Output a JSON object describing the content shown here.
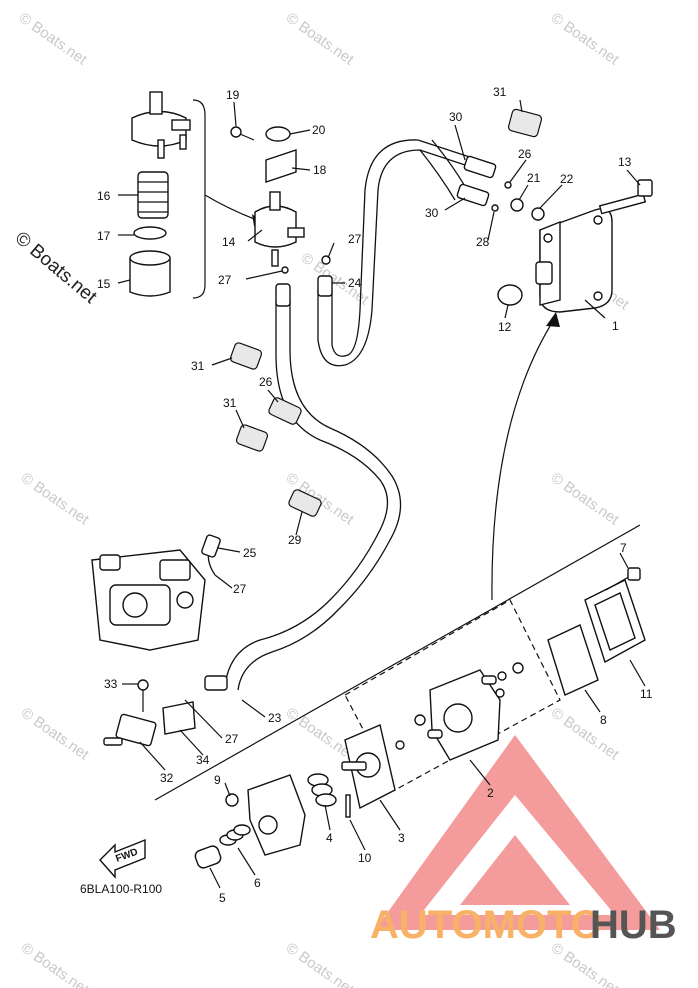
{
  "diagram": {
    "code": "6BLA100-R100",
    "fwd_label": "FWD",
    "side_watermark": "© Boats.net",
    "watermark_text": "© Boats.net",
    "callouts": [
      {
        "id": "c1",
        "label": "1"
      },
      {
        "id": "c2",
        "label": "2"
      },
      {
        "id": "c3",
        "label": "3"
      },
      {
        "id": "c4",
        "label": "4"
      },
      {
        "id": "c5",
        "label": "5"
      },
      {
        "id": "c6",
        "label": "6"
      },
      {
        "id": "c7",
        "label": "7"
      },
      {
        "id": "c8",
        "label": "8"
      },
      {
        "id": "c9",
        "label": "9"
      },
      {
        "id": "c10",
        "label": "10"
      },
      {
        "id": "c11",
        "label": "11"
      },
      {
        "id": "c12",
        "label": "12"
      },
      {
        "id": "c13",
        "label": "13"
      },
      {
        "id": "c14",
        "label": "14"
      },
      {
        "id": "c15",
        "label": "15"
      },
      {
        "id": "c16",
        "label": "16"
      },
      {
        "id": "c17",
        "label": "17"
      },
      {
        "id": "c18",
        "label": "18"
      },
      {
        "id": "c19",
        "label": "19"
      },
      {
        "id": "c20",
        "label": "20"
      },
      {
        "id": "c21",
        "label": "21"
      },
      {
        "id": "c22",
        "label": "22"
      },
      {
        "id": "c23",
        "label": "23"
      },
      {
        "id": "c24",
        "label": "24"
      },
      {
        "id": "c25",
        "label": "25"
      },
      {
        "id": "c26a",
        "label": "26"
      },
      {
        "id": "c26b",
        "label": "26"
      },
      {
        "id": "c27a",
        "label": "27"
      },
      {
        "id": "c27b",
        "label": "27"
      },
      {
        "id": "c27c",
        "label": "27"
      },
      {
        "id": "c27d",
        "label": "27"
      },
      {
        "id": "c28",
        "label": "28"
      },
      {
        "id": "c29",
        "label": "29"
      },
      {
        "id": "c30a",
        "label": "30"
      },
      {
        "id": "c30b",
        "label": "30"
      },
      {
        "id": "c31a",
        "label": "31"
      },
      {
        "id": "c31b",
        "label": "31"
      },
      {
        "id": "c31c",
        "label": "31"
      },
      {
        "id": "c32",
        "label": "32"
      },
      {
        "id": "c33",
        "label": "33"
      },
      {
        "id": "c34",
        "label": "34"
      }
    ]
  },
  "logo": {
    "part1": "AUTOMOTO",
    "part2": "HUB",
    "color_light": "#f7b267",
    "color_dark": "#555555",
    "triangle_color": "#f28b8b"
  }
}
